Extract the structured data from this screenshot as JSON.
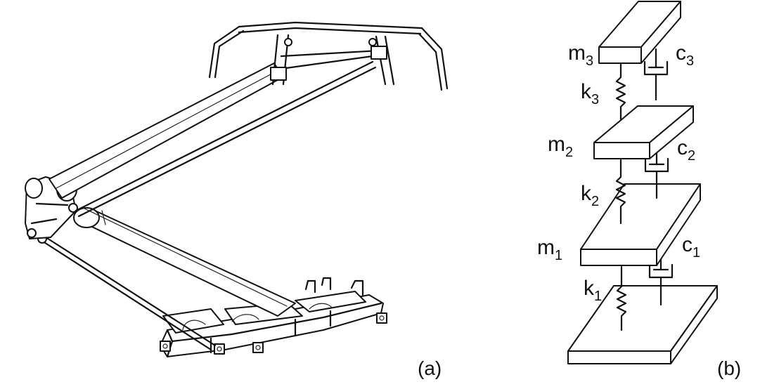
{
  "panels": {
    "a": {
      "label": "(a)"
    },
    "b": {
      "label": "(b)"
    }
  },
  "masses": [
    {
      "symbol": "m",
      "sub": "3"
    },
    {
      "symbol": "m",
      "sub": "2"
    },
    {
      "symbol": "m",
      "sub": "1"
    }
  ],
  "springs": [
    {
      "symbol": "k",
      "sub": "3"
    },
    {
      "symbol": "k",
      "sub": "2"
    },
    {
      "symbol": "k",
      "sub": "1"
    }
  ],
  "dampers": [
    {
      "symbol": "c",
      "sub": "3"
    },
    {
      "symbol": "c",
      "sub": "2"
    },
    {
      "symbol": "c",
      "sub": "1"
    }
  ]
}
